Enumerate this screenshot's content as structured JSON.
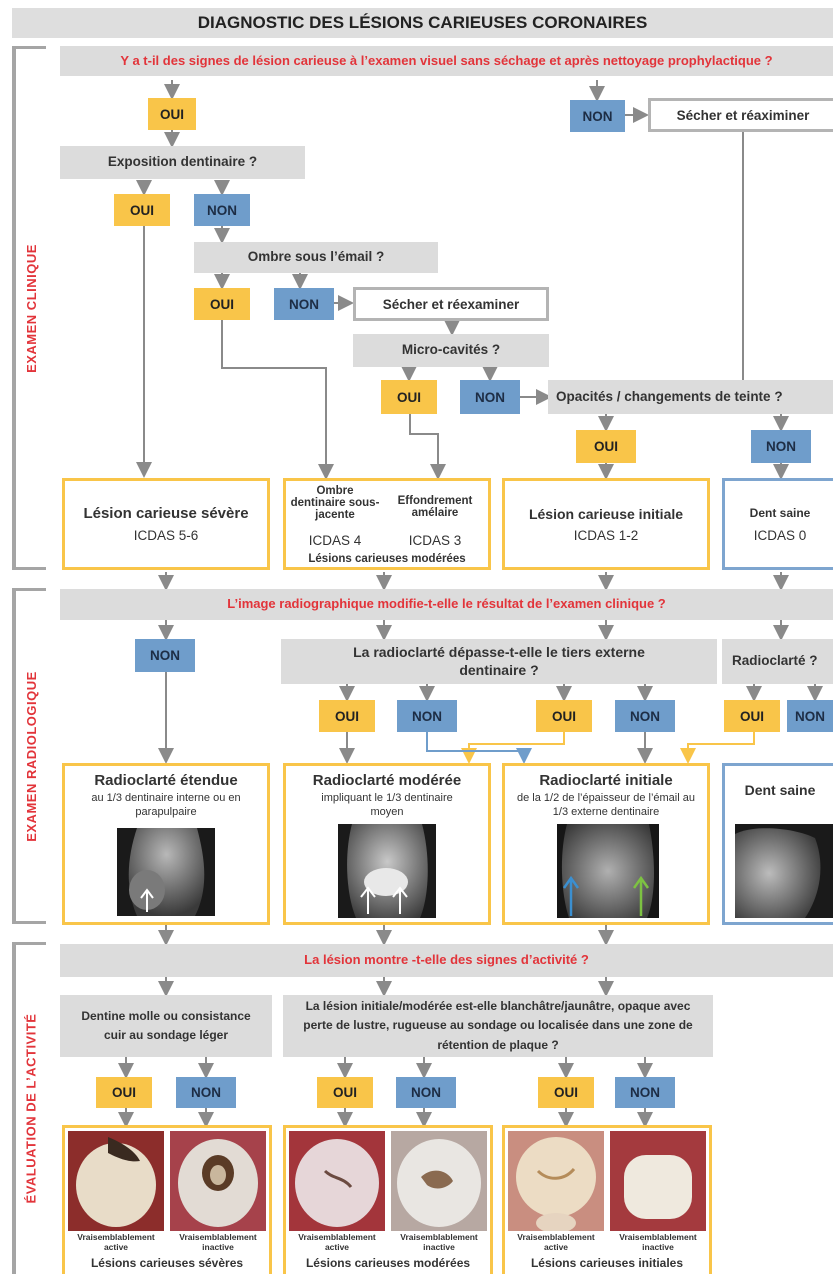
{
  "title": "DIAGNOSTIC DES LÉSIONS CARIEUSES CORONAIRES",
  "sections": {
    "clinical": "EXAMEN CLINIQUE",
    "radiological": "EXAMEN RADIOLOGIQUE",
    "activity": "ÉVALUATION DE L’ACTIVITÉ"
  },
  "labels": {
    "oui": "OUI",
    "non": "NON"
  },
  "clinical": {
    "q1": "Y a t-il des signes de lésion carieuse à l’examen visuel sans séchage et après nettoyage prophylactique ?",
    "dry1": "Sécher et réaximiner",
    "q2": "Exposition dentinaire ?",
    "q3": "Ombre sous l’émail  ?",
    "dry2": "Sécher et réexaminer",
    "q4": "Micro-cavités ?",
    "q5": "Opacités / changements de teinte ?",
    "out_severe": {
      "title": "Lésion carieuse sévère",
      "code": "ICDAS 5-6"
    },
    "out_shadow": {
      "title": "Ombre dentinaire sous-jacente",
      "code": "ICDAS 4"
    },
    "out_collapse": {
      "title": "Effondrement amélaire",
      "code": "ICDAS 3"
    },
    "moderate_group": "Lésions carieuses modérées",
    "out_initial": {
      "title": "Lésion carieuse initiale",
      "code": "ICDAS 1-2"
    },
    "out_sound": {
      "title": "Dent saine",
      "code": "ICDAS 0"
    }
  },
  "radio": {
    "q1": "L’image radiographique modifie-t-elle le résultat de l’examen clinique ?",
    "q2": "La radioclarté dépasse-t-elle le tiers externe dentinaire ?",
    "q3": "Radioclarté ?",
    "out_extended": {
      "title": "Radioclarté étendue",
      "desc": "au 1/3 dentinaire interne ou en parapulpaire"
    },
    "out_moderate": {
      "title": "Radioclarté modérée",
      "desc": "impliquant le 1/3 dentinaire moyen"
    },
    "out_initial": {
      "title": "Radioclarté initiale",
      "desc": "de la 1/2 de l’épaisseur de l’émail au 1/3 externe dentinaire"
    },
    "out_sound": {
      "title": "Dent saine"
    }
  },
  "activity": {
    "q1": "La lésion montre -t-elle des signes d’activité ?",
    "q2": "Dentine molle ou consistance cuir au sondage léger",
    "q3": "La lésion initiale/modérée est-elle blanchâtre/jaunâtre, opaque avec perte de lustre, rugueuse au sondage ou localisée dans une zone de rétention de plaque ?",
    "active": "Vraisemblablement active",
    "inactive": "Vraisemblablement inactive",
    "group_severe": "Lésions carieuses sévères",
    "group_moderate": "Lésions carieuses modérées",
    "group_initial": "Lésions carieuses initiales"
  },
  "colors": {
    "red": "#e2343a",
    "yellow": "#f9c549",
    "blue": "#6f9dcb",
    "grey": "#dcdcdc"
  }
}
